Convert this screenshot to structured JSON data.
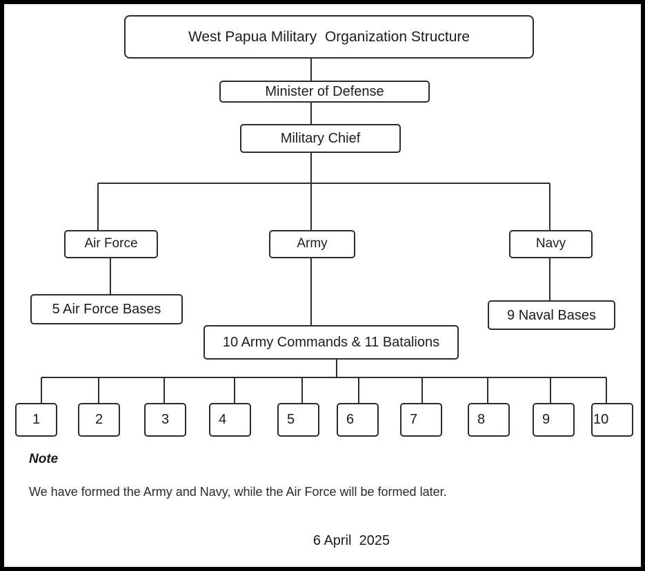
{
  "title": "West Papua Military  Organization Structure",
  "nodes": {
    "minister": "Minister of Defense",
    "chief": "Military Chief",
    "air_force": "Air Force",
    "army": "Army",
    "navy": "Navy",
    "air_force_bases": "5 Air Force Bases",
    "army_commands": "10 Army Commands & 11 Batalions",
    "naval_bases": "9 Naval Bases"
  },
  "units": [
    "1",
    "2",
    "3",
    "4",
    "5",
    "6",
    "7",
    "8",
    "9",
    "10"
  ],
  "note": {
    "heading": "Note",
    "text": "We have formed the Army and Navy, while the Air Force will be formed later."
  },
  "date": "6 April  2025",
  "colors": {
    "line": "#2e2e2e",
    "border": "#2b2b2b",
    "text": "#1c1c1c",
    "frame": "#000000",
    "background": "#ffffff"
  }
}
